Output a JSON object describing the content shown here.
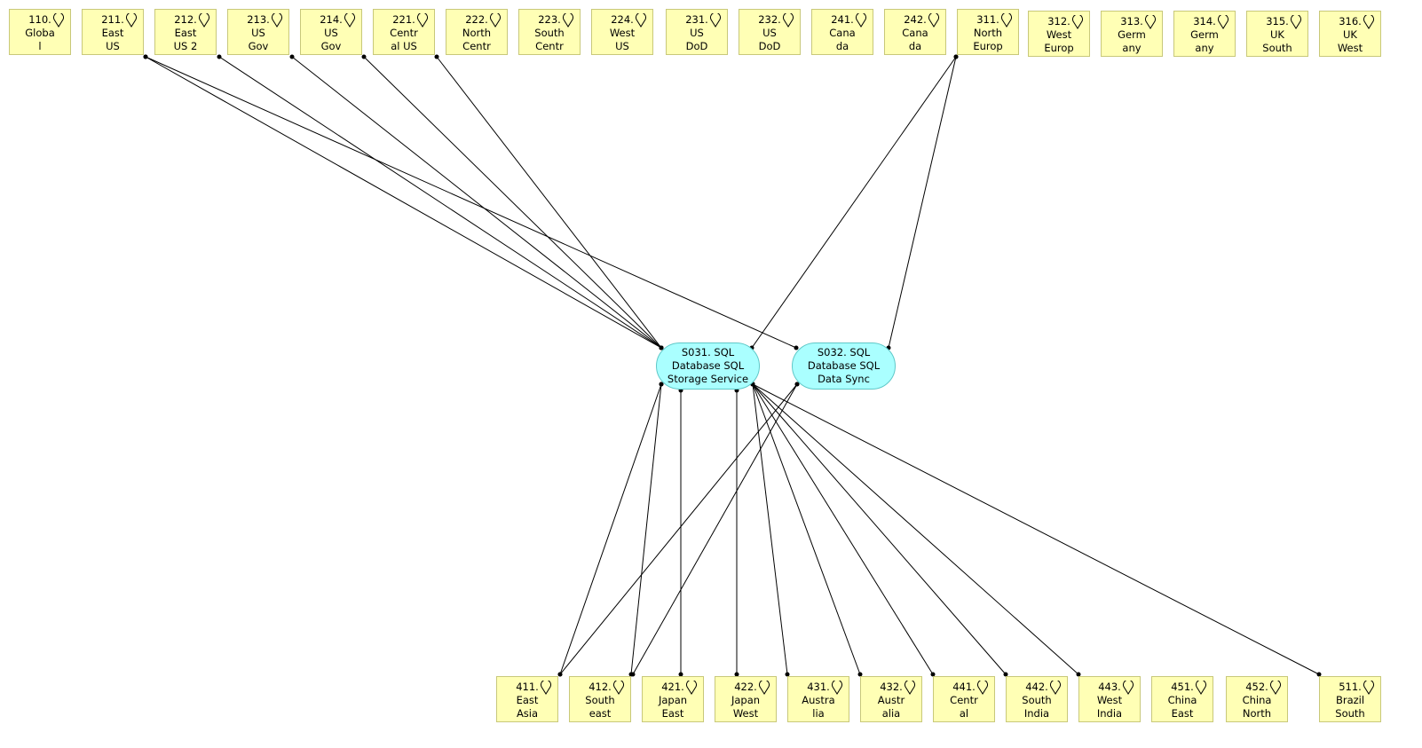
{
  "top_locations": [
    {
      "id": "110.",
      "name": [
        "Globa",
        "l"
      ]
    },
    {
      "id": "211.",
      "name": [
        "East",
        "US"
      ]
    },
    {
      "id": "212.",
      "name": [
        "East",
        "US 2"
      ]
    },
    {
      "id": "213.",
      "name": [
        "US",
        "Gov"
      ]
    },
    {
      "id": "214.",
      "name": [
        "US",
        "Gov"
      ]
    },
    {
      "id": "221.",
      "name": [
        "Centr",
        "al US"
      ]
    },
    {
      "id": "222.",
      "name": [
        "North",
        "Centr"
      ]
    },
    {
      "id": "223.",
      "name": [
        "South",
        "Centr"
      ]
    },
    {
      "id": "224.",
      "name": [
        "West",
        "US"
      ]
    },
    {
      "id": "231.",
      "name": [
        "US",
        "DoD"
      ]
    },
    {
      "id": "232.",
      "name": [
        "US",
        "DoD"
      ]
    },
    {
      "id": "241.",
      "name": [
        "Cana",
        "da"
      ]
    },
    {
      "id": "242.",
      "name": [
        "Cana",
        "da"
      ]
    },
    {
      "id": "311.",
      "name": [
        "North",
        "Europ"
      ]
    },
    {
      "id": "312.",
      "name": [
        "West",
        "Europ"
      ]
    },
    {
      "id": "313.",
      "name": [
        "Germ",
        "any"
      ]
    },
    {
      "id": "314.",
      "name": [
        "Germ",
        "any"
      ]
    },
    {
      "id": "315.",
      "name": [
        "UK",
        "South"
      ]
    },
    {
      "id": "316.",
      "name": [
        "UK",
        "West"
      ]
    }
  ],
  "bottom_locations": [
    {
      "id": "411.",
      "name": [
        "East",
        "Asia"
      ]
    },
    {
      "id": "412.",
      "name": [
        "South",
        "east"
      ]
    },
    {
      "id": "421.",
      "name": [
        "Japan",
        "East"
      ]
    },
    {
      "id": "422.",
      "name": [
        "Japan",
        "West"
      ]
    },
    {
      "id": "431.",
      "name": [
        "Austra",
        "lia"
      ]
    },
    {
      "id": "432.",
      "name": [
        "Austr",
        "alia"
      ]
    },
    {
      "id": "441.",
      "name": [
        "Centr",
        "al"
      ]
    },
    {
      "id": "442.",
      "name": [
        "South",
        "India"
      ]
    },
    {
      "id": "443.",
      "name": [
        "West",
        "India"
      ]
    },
    {
      "id": "451.",
      "name": [
        "China",
        "East"
      ]
    },
    {
      "id": "452.",
      "name": [
        "China",
        "North"
      ]
    },
    {
      "id": "511.",
      "name": [
        "Brazil",
        "South"
      ]
    }
  ],
  "services": [
    {
      "id": "S031. SQL",
      "name": [
        "Database SQL",
        "Storage Service"
      ]
    },
    {
      "id": "S032. SQL",
      "name": [
        "Database SQL",
        "Data Sync"
      ]
    }
  ],
  "colors": {
    "location": "#ffffb5",
    "service": "#aaffff",
    "line": "#000000"
  }
}
